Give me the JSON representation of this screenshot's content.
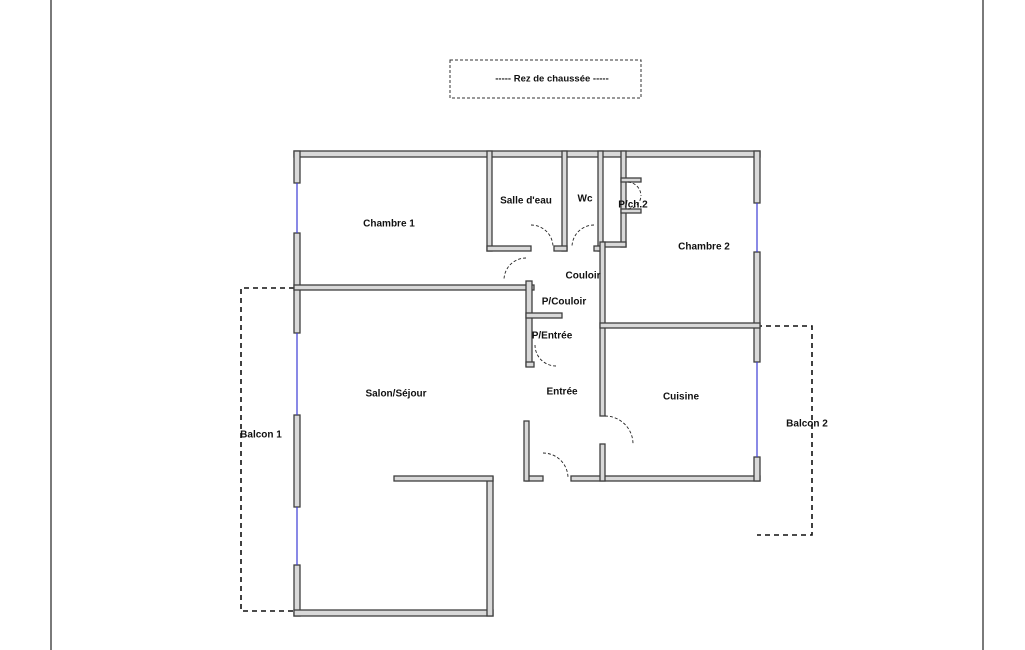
{
  "title": "----- Rez de chaussée -----",
  "rooms": {
    "chambre1": "Chambre 1",
    "salle_eau": "Salle d'eau",
    "wc": "Wc",
    "p_ch2": "P/ch.2",
    "chambre2": "Chambre 2",
    "couloir": "Couloir",
    "p_couloir": "P/Couloir",
    "p_entree": "P/Entrée",
    "salon": "Salon/Séjour",
    "entree": "Entrée",
    "cuisine": "Cuisine",
    "balcon1": "Balcon 1",
    "balcon2": "Balcon 2"
  },
  "colors": {
    "wall_fill": "#d9d9d9",
    "wall_stroke": "#3f3f3f",
    "window": "#3b3bd6"
  }
}
